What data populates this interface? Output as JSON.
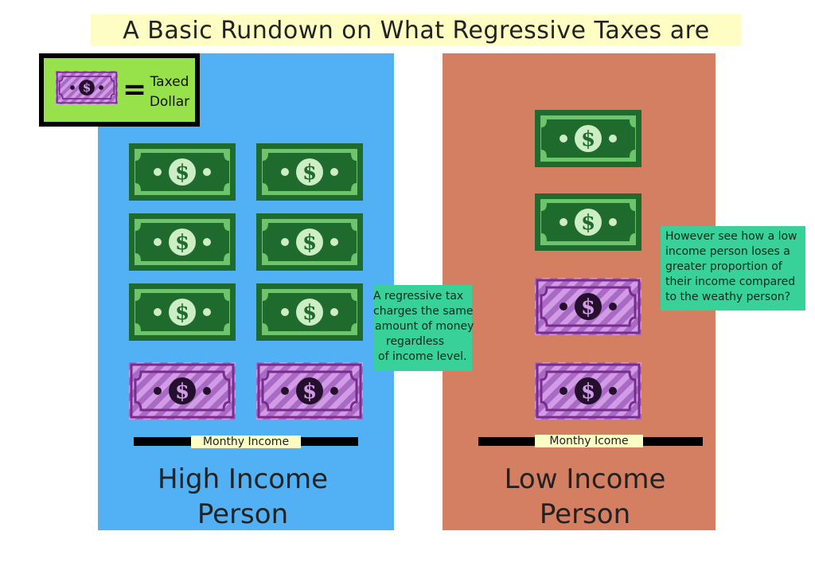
{
  "title": "A Basic Rundown on What Regressive Taxes are",
  "legend": {
    "equals": "=",
    "text_line1": "Taxed",
    "text_line2": "Dollar",
    "icon": "taxed-dollar-bill-icon"
  },
  "high_income": {
    "income_label": "Monthy Income",
    "label_line1": "High Income",
    "label_line2": "Person",
    "untaxed_bills": 6,
    "taxed_bills": 2,
    "panel_color": "#52b0f5"
  },
  "low_income": {
    "income_label": "Monthy Icome",
    "label_line1": "Low Income",
    "label_line2": "Person",
    "untaxed_bills": 2,
    "taxed_bills": 2,
    "panel_color": "#d47f62"
  },
  "note_regressive": {
    "lines": [
      "A regressive tax",
      "charges the same",
      "amount of money",
      "regardless",
      "of income level."
    ]
  },
  "note_proportion": {
    "lines": [
      "However see how a low",
      "income person loses a",
      "greater proportion of",
      "their income compared",
      "to the weathy person?"
    ]
  },
  "colors": {
    "note_bg": "#37d199",
    "title_bg": "#fdfdc4",
    "legend_bg": "#97e24b",
    "bill_dark": "#1f6b2d",
    "bill_light": "#6dc46a",
    "taxed_dark": "#7a2b8e",
    "taxed_light": "#d29be6"
  }
}
